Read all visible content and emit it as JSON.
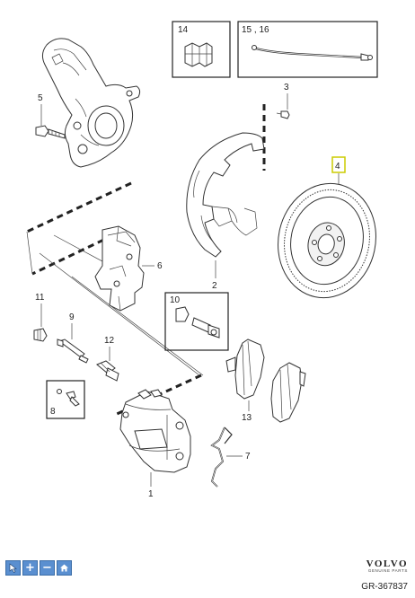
{
  "diagram": {
    "callouts": {
      "c1": "1",
      "c2": "2",
      "c3": "3",
      "c4": "4",
      "c5": "5",
      "c6": "6",
      "c7": "7",
      "c8": "8",
      "c9": "9",
      "c10": "10",
      "c11": "11",
      "c12": "12",
      "c13": "13",
      "c14": "14",
      "c15_16": "15 , 16"
    },
    "highlight_color": "#cccc00"
  },
  "toolbar": {
    "buttons": [
      {
        "name": "select-tool",
        "icon": "cursor-icon"
      },
      {
        "name": "zoom-in",
        "icon": "plus-icon",
        "label": "+"
      },
      {
        "name": "zoom-out",
        "icon": "minus-icon",
        "label": "−"
      },
      {
        "name": "home",
        "icon": "home-icon"
      }
    ],
    "button_color": "#5a8fd0"
  },
  "brand": {
    "logo": "VOLVO",
    "subtitle": "GENUINE PARTS",
    "reference": "GR-367837"
  }
}
